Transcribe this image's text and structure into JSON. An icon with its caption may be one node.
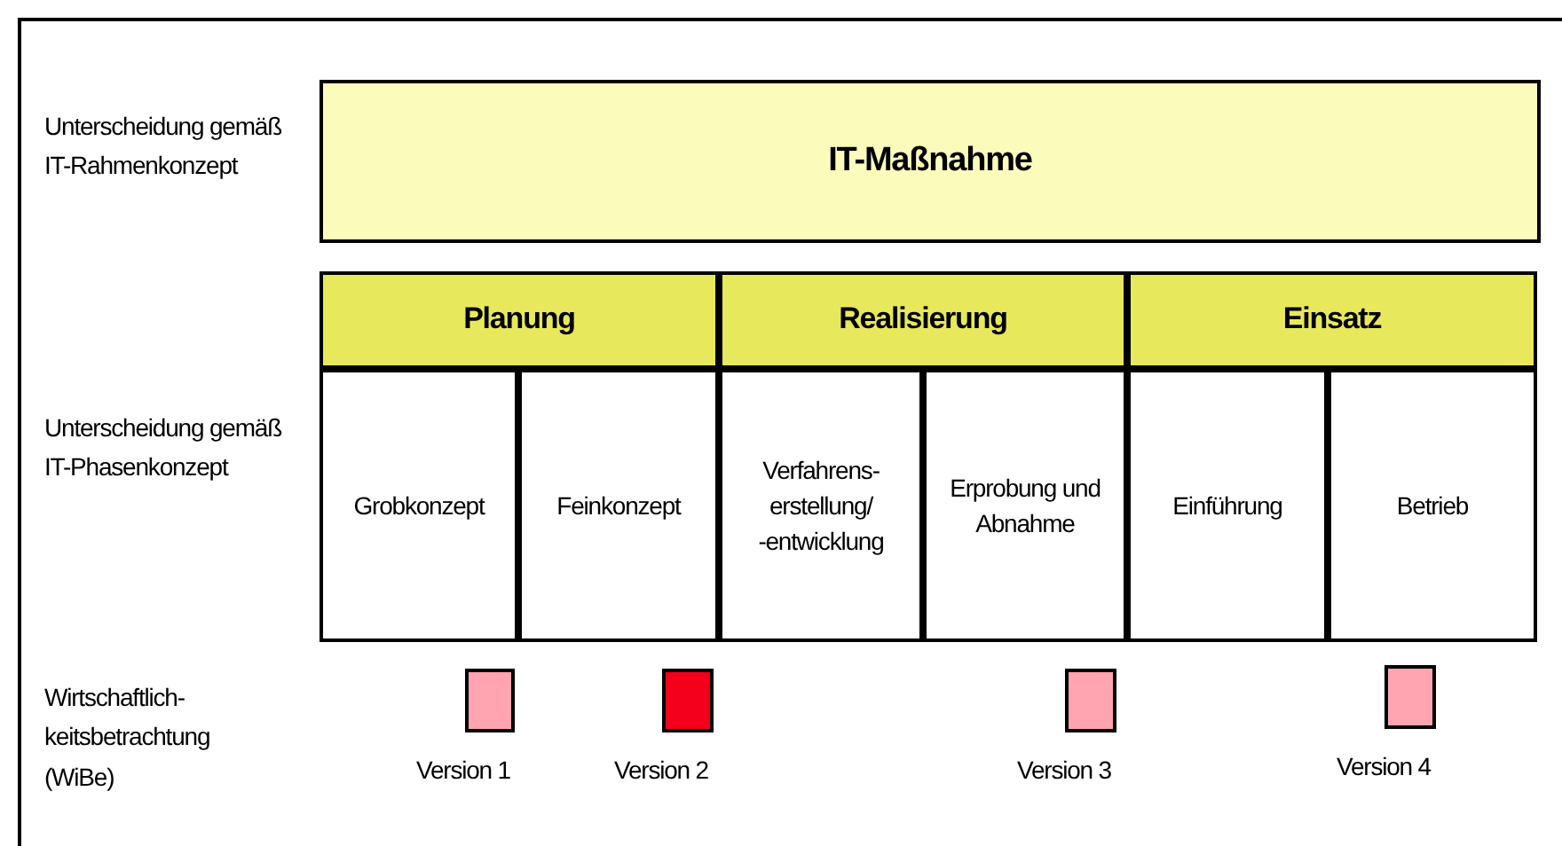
{
  "diagram": {
    "nodes": [
      {
        "text": [
          "IT-Maßnahme"
        ]
      },
      {
        "text": [
          "Planung"
        ]
      },
      {
        "text": [
          "Realisierung"
        ]
      },
      {
        "text": [
          "Einsatz"
        ]
      },
      {
        "text": [
          "Grobkonzept"
        ]
      },
      {
        "text": [
          "Feinkonzept"
        ]
      },
      {
        "text": [
          "Verfahrens- erstellung/ -entwicklung"
        ]
      },
      {
        "text": [
          "Erprobung und Abnahme"
        ]
      },
      {
        "text": [
          "Einführung"
        ]
      },
      {
        "text": [
          "Betrieb"
        ]
      },
      {
        "text": [],
        "shape": "box",
        "beside": [
          "Version 1"
        ]
      },
      {
        "text": [],
        "shape": "box",
        "beside": [
          "Version 2"
        ]
      },
      {
        "text": [],
        "shape": "box",
        "beside": [
          "Version 3"
        ]
      },
      {
        "text": [],
        "shape": "box",
        "beside": [
          "Version 4"
        ]
      }
    ],
    "labels": [
      "Unterscheidung gemäß IT-Rahmenkonzept",
      "Unterscheidung gemäß IT-Phasenkonzept",
      "Wirtschaftlich- keitsbetrachtung (WiBe)"
    ]
  }
}
